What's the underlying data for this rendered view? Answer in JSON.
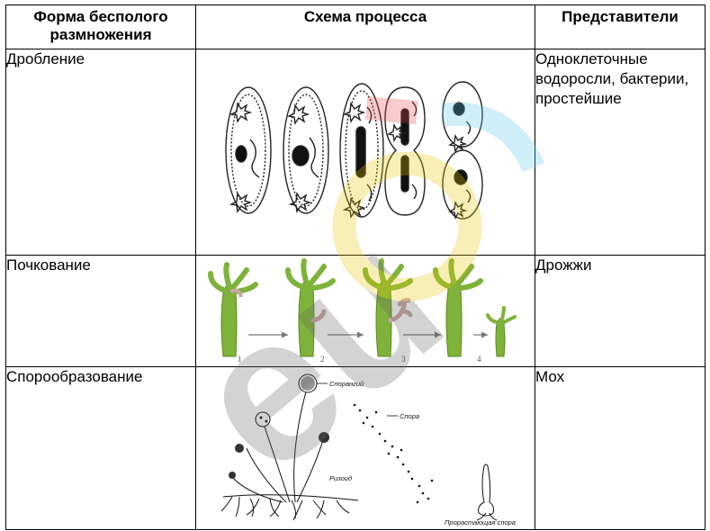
{
  "table": {
    "headers": [
      "Форма бесполого размножения",
      "Схема процесса",
      "Представители"
    ],
    "rows": [
      {
        "form": "Дробление",
        "examples": "Одноклеточные водоросли, бактерии, простейшие"
      },
      {
        "form": "Почкование",
        "examples": "Дрожжи"
      },
      {
        "form": "Спорообразование",
        "examples": "Мох"
      }
    ]
  },
  "diagrams": {
    "budding_steps": [
      "1",
      "2",
      "3",
      "4"
    ],
    "spore_labels": {
      "sporangium": "Спорангий",
      "spore": "Спора",
      "rhizoid": "Ризоид",
      "germinating": "Прорастающая спора"
    }
  },
  "colors": {
    "hydra_green": "#7fb23a",
    "bud_pink": "#c9a6a6"
  },
  "watermark": {
    "icon": "eurok-logo-watermark"
  }
}
